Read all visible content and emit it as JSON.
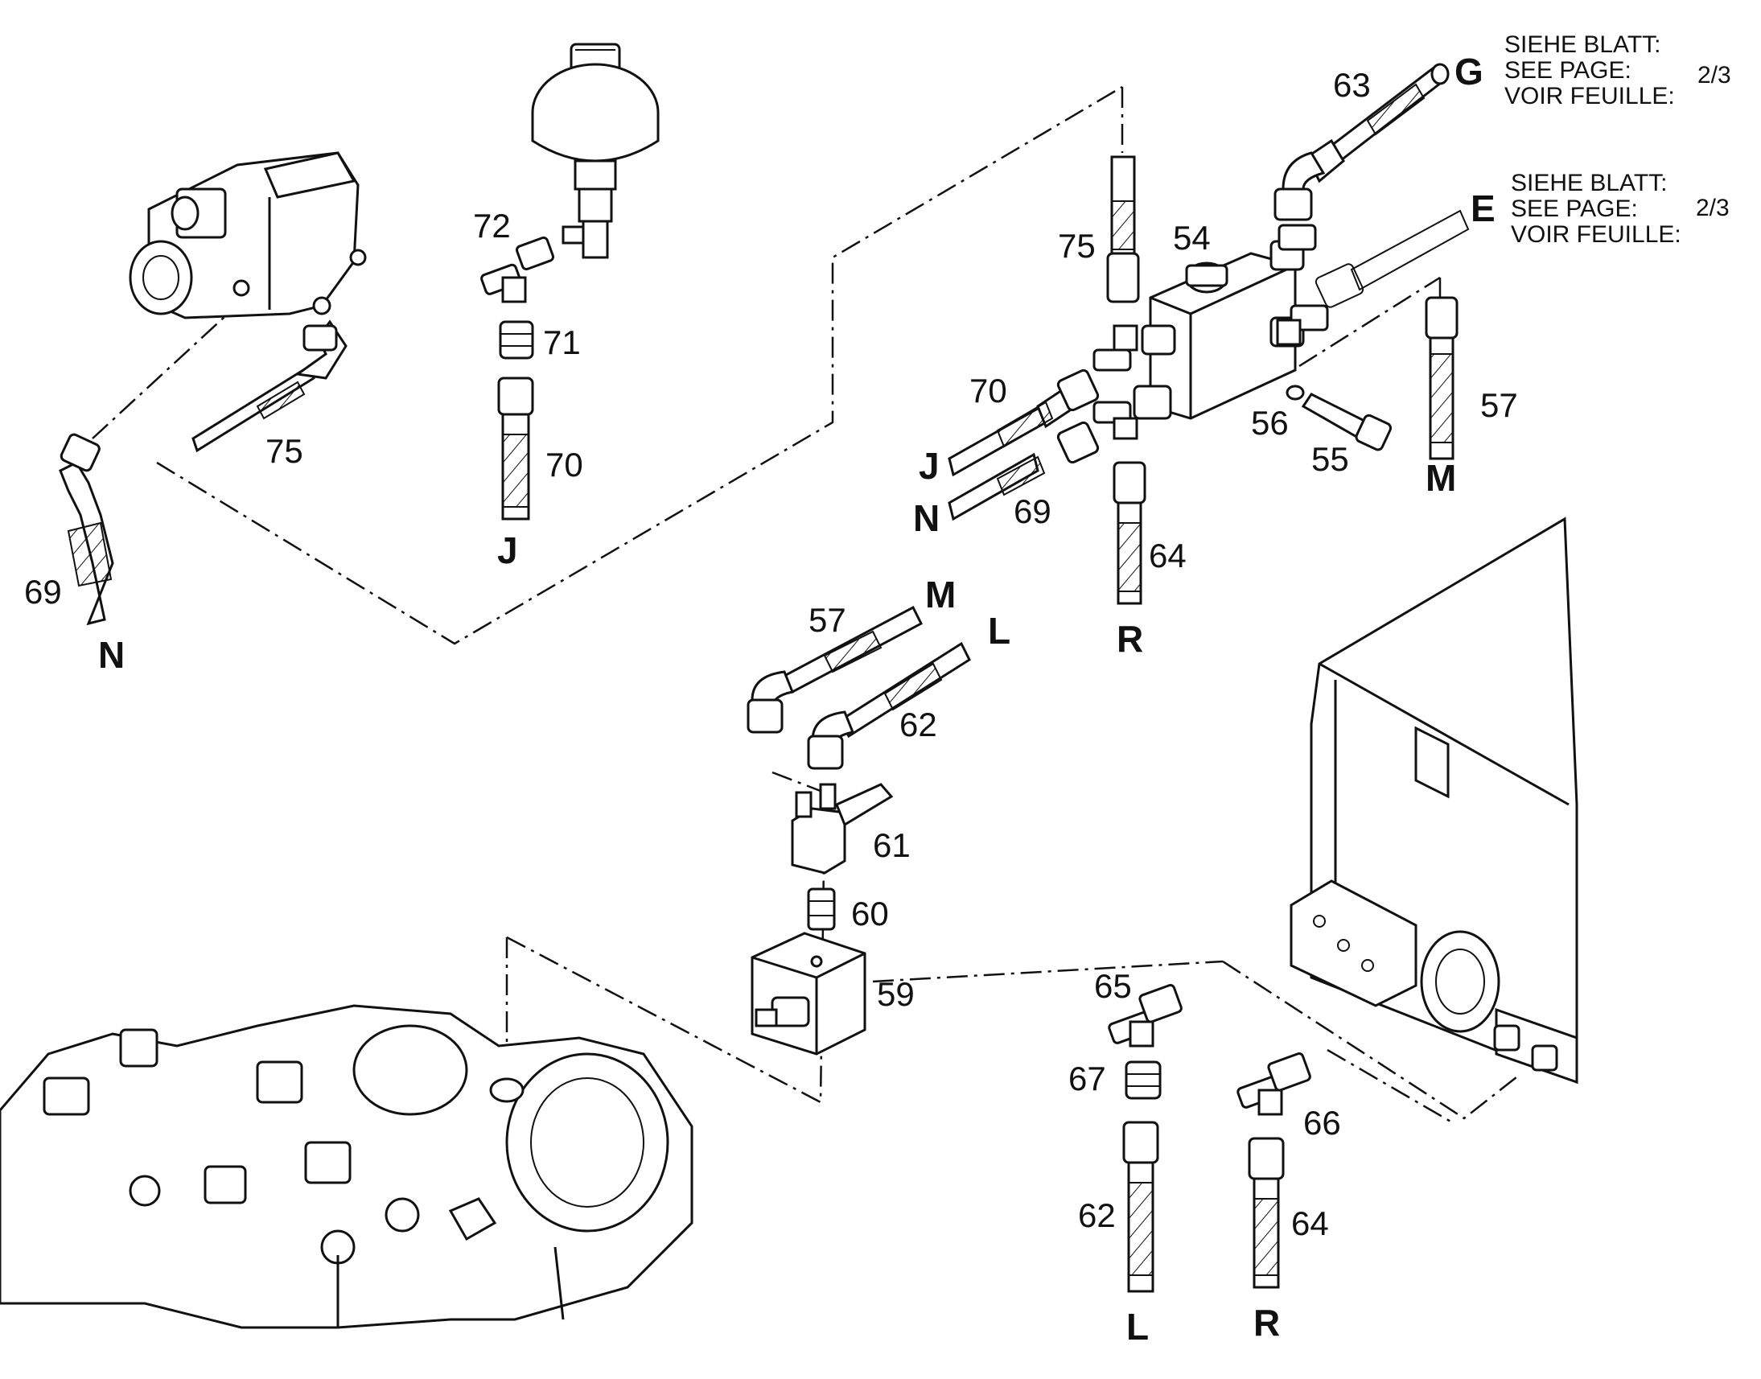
{
  "part_numbers": {
    "p75_left": "75",
    "p69_left": "69",
    "p72": "72",
    "p71": "71",
    "p70_mid": "70",
    "p75_right": "75",
    "p54": "54",
    "p63": "63",
    "p70_right": "70",
    "p69_right": "69",
    "p64_top": "64",
    "p56": "56",
    "p55": "55",
    "p57_right": "57",
    "p57_mid": "57",
    "p62_mid": "62",
    "p61": "61",
    "p60": "60",
    "p59": "59",
    "p65": "65",
    "p67": "67",
    "p66": "66",
    "p62_bottom": "62",
    "p64_bottom": "64"
  },
  "connection_letters": {
    "n_left": "N",
    "j_mid": "J",
    "g_top": "G",
    "e_top": "E",
    "j_right": "J",
    "n_right": "N",
    "r_top": "R",
    "m_right": "M",
    "m_mid": "M",
    "l_mid": "L",
    "l_bottom": "L",
    "r_bottom": "R"
  },
  "references": {
    "g": {
      "line1": "SIEHE BLATT:",
      "line2": "SEE PAGE:",
      "line3": "VOIR FEUILLE:",
      "page": "2/3"
    },
    "e": {
      "line1": "SIEHE BLATT:",
      "line2": "SEE PAGE:",
      "line3": "VOIR FEUILLE:",
      "page": "2/3"
    }
  }
}
